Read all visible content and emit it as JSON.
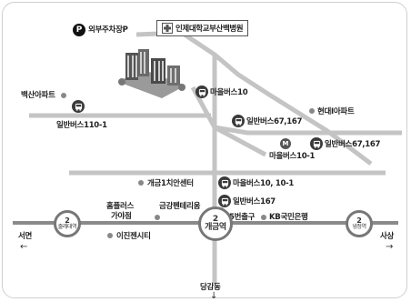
{
  "parking": {
    "badge": "P",
    "label": "외부주차장P"
  },
  "hospital": {
    "label": "인제대학교부산백병원"
  },
  "places": {
    "baeksan_apt": "백산아파트",
    "hyundai_apt": "현대I아파트",
    "gaegeum_center": "개금1치안센터",
    "homeplus_1": "홈플러스",
    "homeplus_2": "가야점",
    "geumgang_pentarium": "금강펜테리움",
    "ijin_city": "이진젠시티",
    "kb_bank": "KB국민은행",
    "exit5": "5번출구"
  },
  "bus_stops": {
    "maeul_10": "마을버스10",
    "ilban_110": "일반버스110-1",
    "ilban_67_a": "일반버스67,167",
    "ilban_67_b": "일반버스67,167",
    "maeul_10_1": "마을버스10-1",
    "maeul_10_10_1": "마을버스10, 10-1",
    "ilban_167": "일반버스167"
  },
  "metro_badge": "M",
  "stations": {
    "left": {
      "num": "2",
      "name": "줄레대역"
    },
    "center": {
      "num": "2",
      "name": "개금역"
    },
    "right": {
      "num": "2",
      "name": "냉정역"
    }
  },
  "directions": {
    "west": "서면",
    "east": "사상",
    "south": "당감동",
    "west_arrow": "←",
    "east_arrow": "→",
    "south_arrow": "↓"
  },
  "colors": {
    "road": "#c4c4c4",
    "rail": "#8a8a8a",
    "icon": "#3a3a3a",
    "dot": "#888888"
  }
}
